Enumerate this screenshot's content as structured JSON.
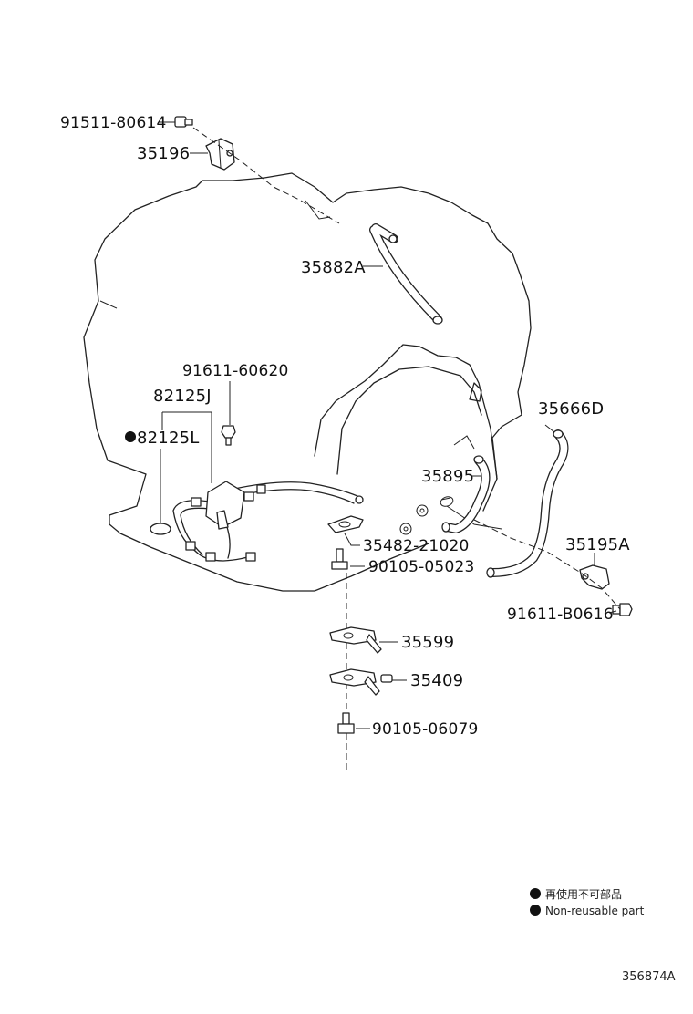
{
  "diagram": {
    "code": "356874A",
    "parts": {
      "p91511_80614": "91511-80614",
      "p35196": "35196",
      "p35882A": "35882A",
      "p91611_60620": "91611-60620",
      "p82125J": "82125J",
      "p82125L": "82125L",
      "p35666D": "35666D",
      "p35895": "35895",
      "p35482_21020": "35482-21020",
      "p90105_05023": "90105-05023",
      "p35195A": "35195A",
      "p91611_B0616": "91611-B0616",
      "p35599": "35599",
      "p35409": "35409",
      "p90105_06079": "90105-06079"
    },
    "legend": {
      "line1": "再使用不可部品",
      "line2": "Non-reusable part"
    }
  }
}
